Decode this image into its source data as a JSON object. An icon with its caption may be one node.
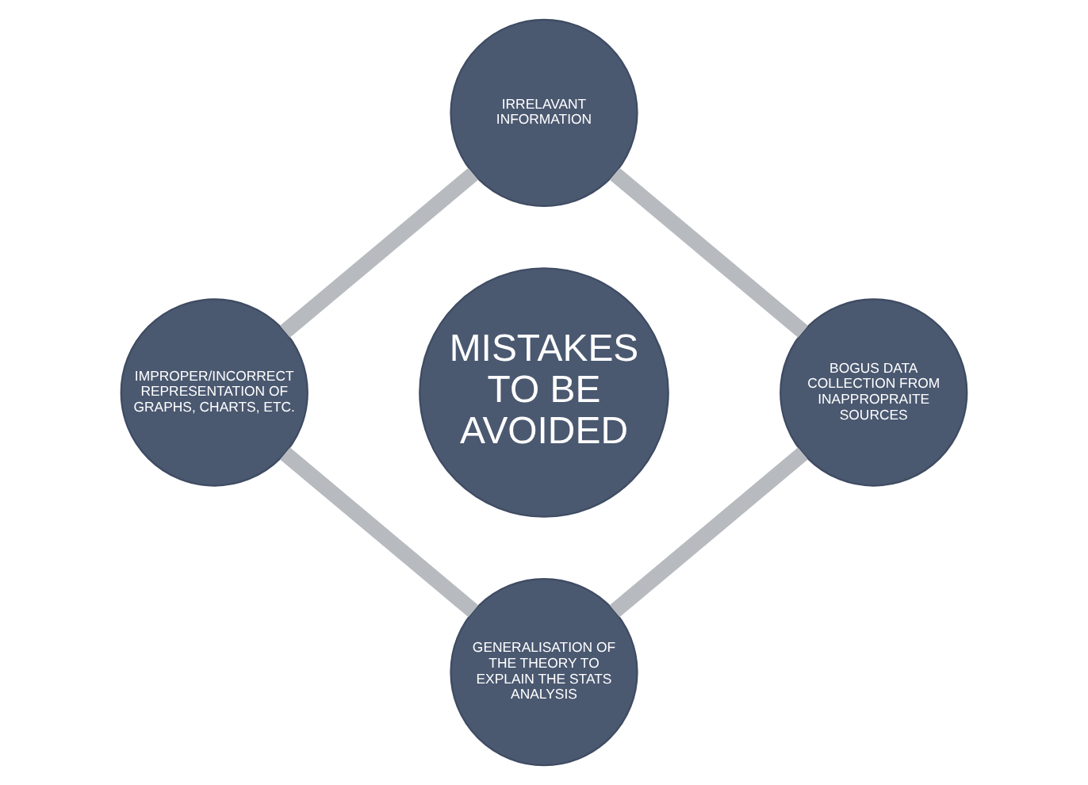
{
  "diagram": {
    "nodes": [
      {
        "text": [
          "MISTAKES TO BE AVOIDED"
        ]
      },
      {
        "text": [
          "IRRELAVANT INFORMATION"
        ]
      },
      {
        "text": [
          "BOGUS DATA COLLECTION FROM INAPPROPRAITE SOURCES"
        ]
      },
      {
        "text": [
          "GENERALISATION OF THE THEORY TO EXPLAIN THE STATS ANALYSIS"
        ]
      },
      {
        "text": [
          "IMPROPER/INCORRECT REPRESENTATION OF GRAPHS, CHARTS, ETC."
        ]
      }
    ],
    "edges": [
      {
        "from": 1,
        "to": 2,
        "arrow": "none"
      },
      {
        "from": 2,
        "to": 3,
        "arrow": "none"
      },
      {
        "from": 3,
        "to": 4,
        "arrow": "none"
      },
      {
        "from": 4,
        "to": 1,
        "arrow": "none"
      }
    ]
  }
}
